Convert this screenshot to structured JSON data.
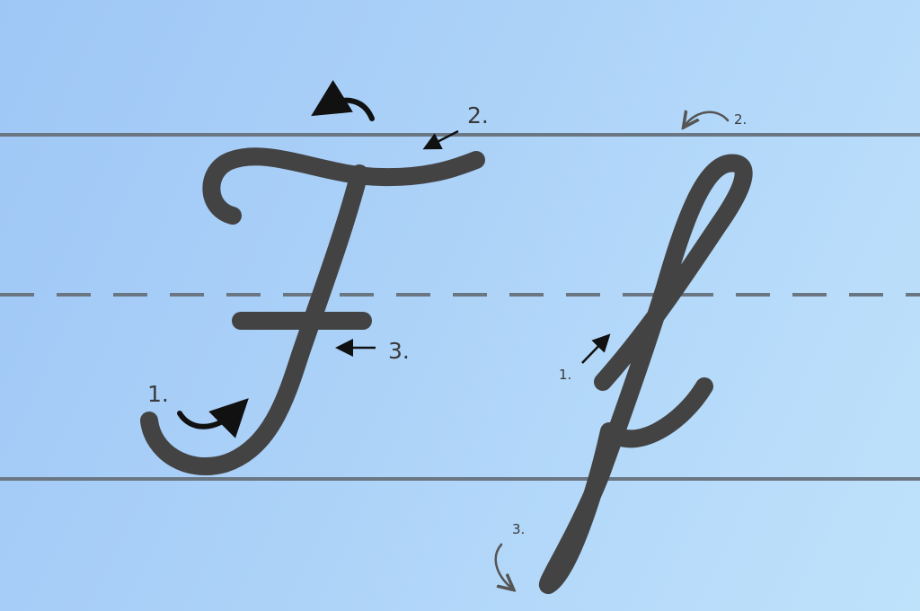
{
  "colors": {
    "background_left": "#9fc7f6",
    "background_right": "#bfe2fb",
    "guide_line": "#6b7683",
    "stroke": "#434343",
    "arrow": "#111111"
  },
  "guides": {
    "top_line": "solid",
    "mid_line": "dashed",
    "base_line": "solid"
  },
  "uppercase_F": {
    "steps": [
      "1.",
      "2.",
      "3."
    ]
  },
  "lowercase_f": {
    "steps": [
      "1.",
      "2.",
      "3."
    ]
  }
}
